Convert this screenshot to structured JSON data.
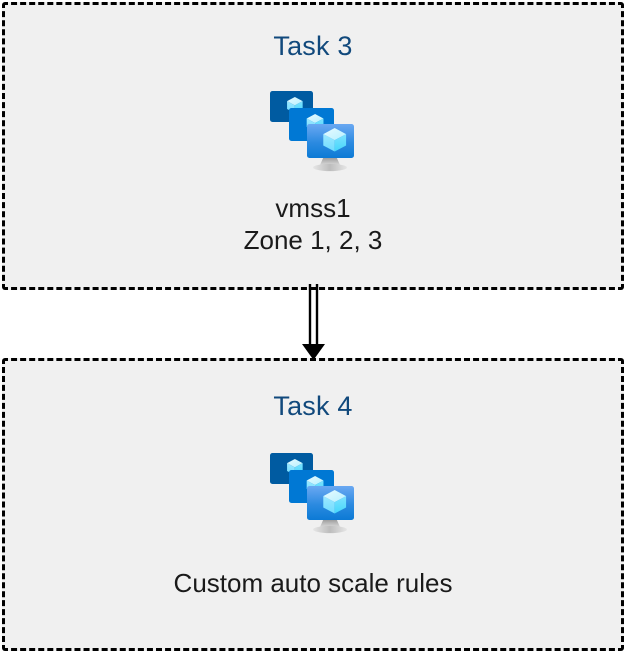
{
  "diagram": {
    "type": "flow",
    "background_color": "#ffffff",
    "box_fill_color": "#f0f0f0",
    "box_border_color": "#000000",
    "title_color": "#11497c",
    "caption_color": "#1a1a1a",
    "nodes": [
      {
        "id": "task-3",
        "title": "Task 3",
        "icon": "virtual-machine-scale-set-icon",
        "caption_lines": [
          "vmss1",
          "Zone 1, 2, 3"
        ]
      },
      {
        "id": "task-4",
        "title": "Task 4",
        "icon": "virtual-machine-scale-set-icon",
        "caption_lines": [
          "Custom auto scale rules"
        ]
      }
    ],
    "edges": [
      {
        "id": "edge-task3-task4",
        "from": "task-3",
        "to": "task-4",
        "style": "double-line",
        "arrowhead": "solid-triangle",
        "color": "#000000",
        "label": ""
      }
    ],
    "icon_colors": {
      "monitor_back": "#005ba1",
      "monitor_middle": "#0078d4",
      "monitor_front_top": "#5ea0ef",
      "monitor_front_bottom": "#0c7ad5",
      "cube_light": "#c3f1ff",
      "cube_mid": "#9cebff",
      "cube_dark": "#50e6ff",
      "stand": "#a3a3a3"
    }
  }
}
